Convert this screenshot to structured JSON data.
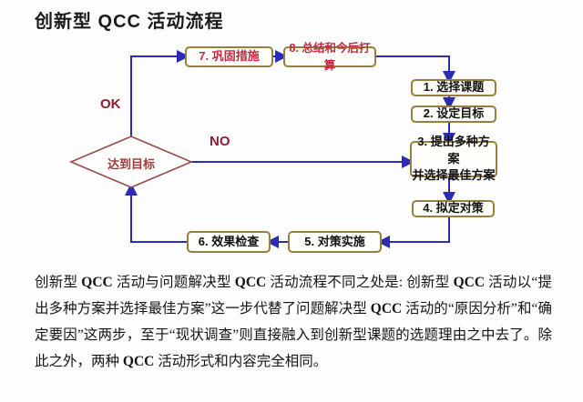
{
  "page": {
    "title": "创新型 QCC 活动流程"
  },
  "flowchart": {
    "boxes": {
      "b1": "1. 选择课题",
      "b2": "2. 设定目标",
      "b3": "3. 提出多种方案\n并选择最佳方案",
      "b4": "4. 拟定对策",
      "b5": "5. 对策实施",
      "b6": "6. 效果检查",
      "b7": "7. 巩固措施",
      "b8": "8. 总结和今后打算"
    },
    "decision": {
      "label": "达到目标",
      "ok_label": "OK",
      "no_label": "NO"
    },
    "colors": {
      "arrow_line": "#2b2bb5",
      "box_border": "#97803c",
      "box_fill": "#fffefa",
      "red_box_text": "#c22a42",
      "diamond_border": "#9a4a4a",
      "branch_label_text": "#8b1f2f",
      "black_text": "#111111"
    }
  },
  "paragraph": {
    "segments": [
      {
        "text": "创新型 "
      },
      {
        "text": "QCC"
      },
      {
        "text": " 活动与问题解决型 "
      },
      {
        "text": "QCC"
      },
      {
        "text": " 活动流程不同之处是: 创新型 "
      },
      {
        "text": "QCC"
      },
      {
        "text": " 活动以“提出多种方案并选择最佳方案”这一步代替了问题解决型 "
      },
      {
        "text": "QCC"
      },
      {
        "text": " 活动的“原因分析”和“确定要因”这两步，至于“现状调查”则直接融入到创新型课题的选题理由之中去了。除此之外，两种 "
      },
      {
        "text": "QCC"
      },
      {
        "text": " 活动形式和内容完全相同。"
      }
    ]
  }
}
